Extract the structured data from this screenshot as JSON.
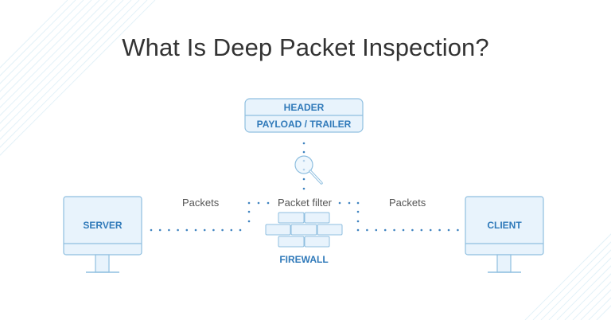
{
  "title": "What Is Deep Packet Inspection?",
  "colors": {
    "accent": "#2f79b9",
    "line": "#8fbfe0",
    "fill": "#e8f3fc",
    "dot": "#3f83c0",
    "text": "#333333",
    "label": "#555555",
    "stripes": "#e3f1f8"
  },
  "packet": {
    "header": "HEADER",
    "payload": "PAYLOAD / TRAILER"
  },
  "nodes": {
    "server": "SERVER",
    "client": "CLIENT",
    "firewall": "FIREWALL"
  },
  "labels": {
    "packets_left": "Packets",
    "packets_right": "Packets",
    "packet_filter": "Packet filter"
  },
  "icons": {
    "inspect": "magnifier-icon",
    "firewall": "brick-wall-icon",
    "server": "monitor-icon",
    "client": "monitor-icon"
  }
}
